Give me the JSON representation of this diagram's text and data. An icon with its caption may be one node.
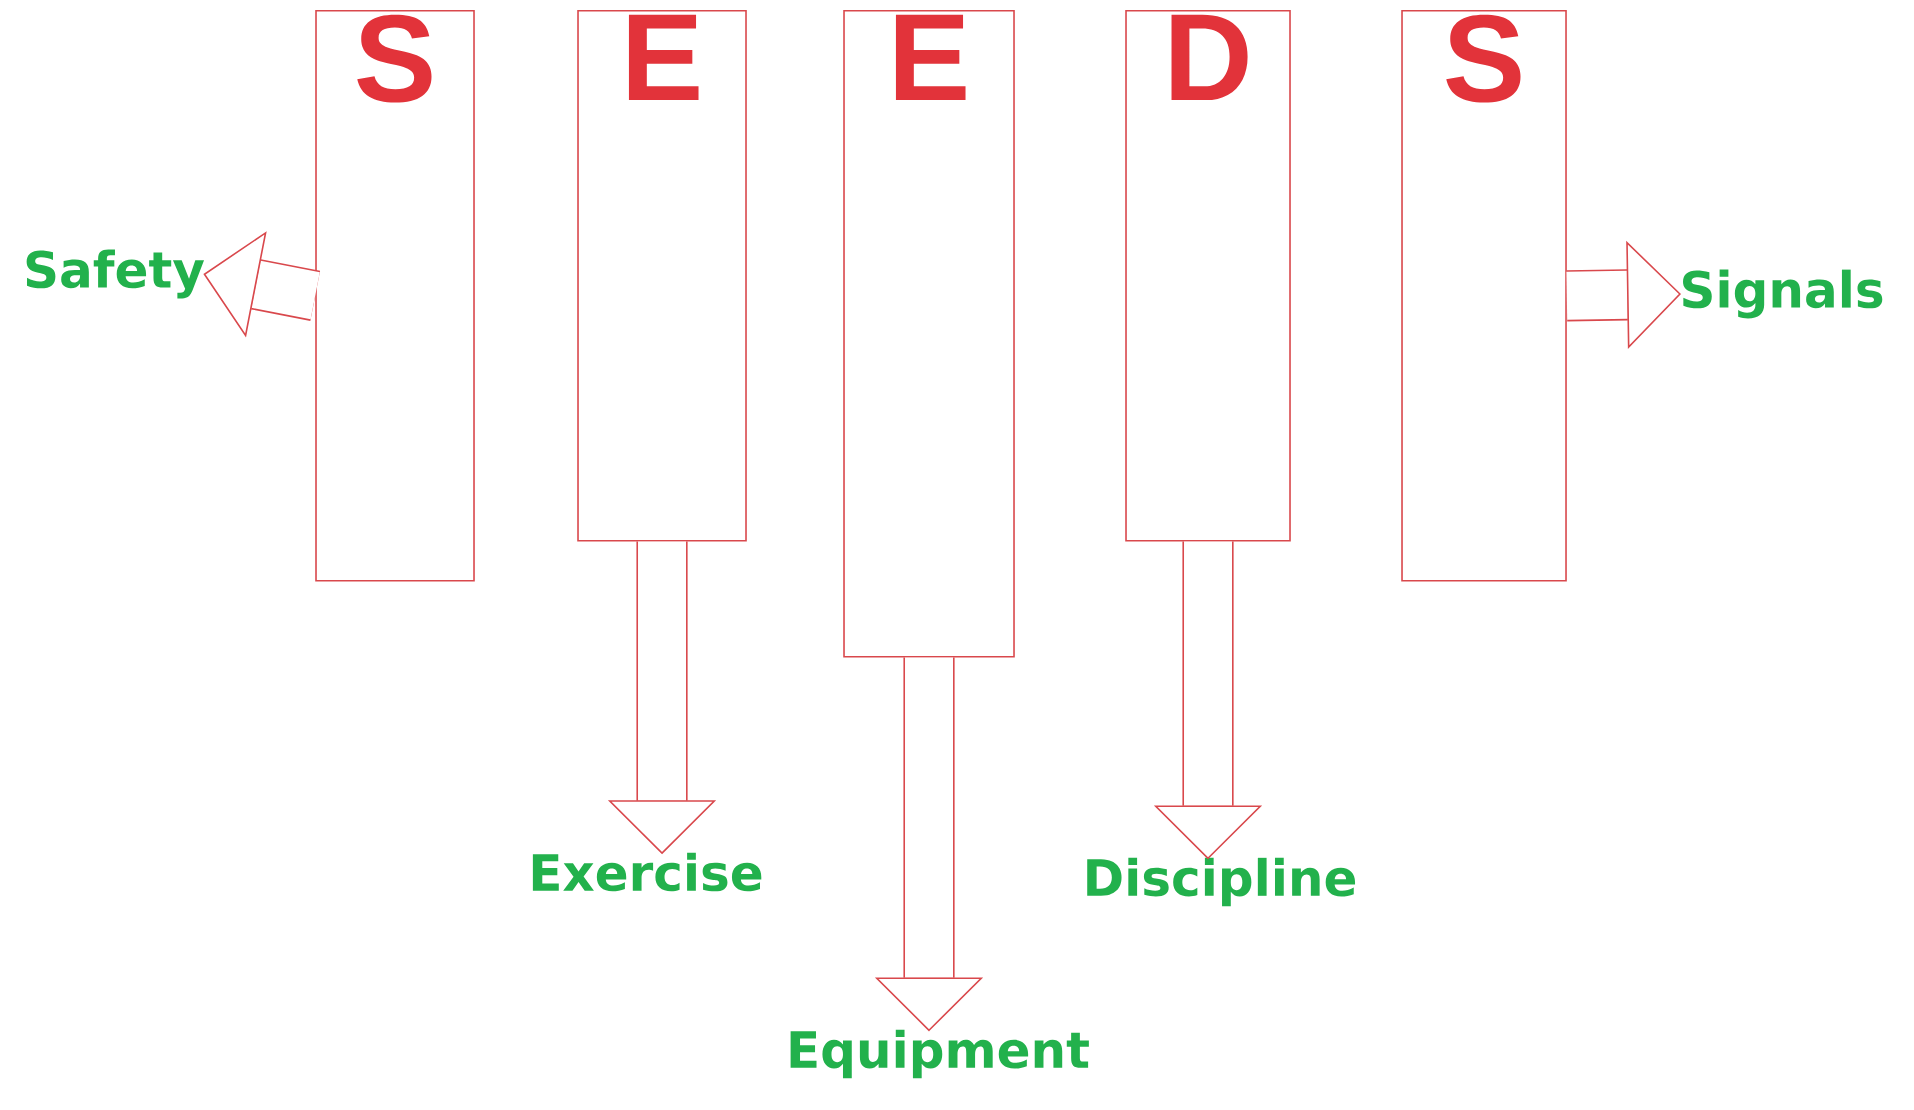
{
  "diagram": {
    "nodes": [
      {
        "text": [
          "S"
        ]
      },
      {
        "text": [
          "E"
        ]
      },
      {
        "text": [
          "E"
        ]
      },
      {
        "text": [
          "D"
        ]
      },
      {
        "text": [
          "S"
        ]
      },
      {
        "text": [
          "Safety"
        ]
      },
      {
        "text": [
          "Exercise"
        ]
      },
      {
        "text": [
          "Equipment"
        ]
      },
      {
        "text": [
          "Discipline"
        ]
      },
      {
        "text": [
          "Signals"
        ]
      }
    ],
    "edges": [
      {
        "from": 0,
        "to": 5,
        "arrow": "to"
      },
      {
        "from": 1,
        "to": 6,
        "arrow": "to"
      },
      {
        "from": 2,
        "to": 7,
        "arrow": "to"
      },
      {
        "from": 3,
        "to": 8,
        "arrow": "to"
      },
      {
        "from": 4,
        "to": 9,
        "arrow": "to"
      }
    ]
  }
}
